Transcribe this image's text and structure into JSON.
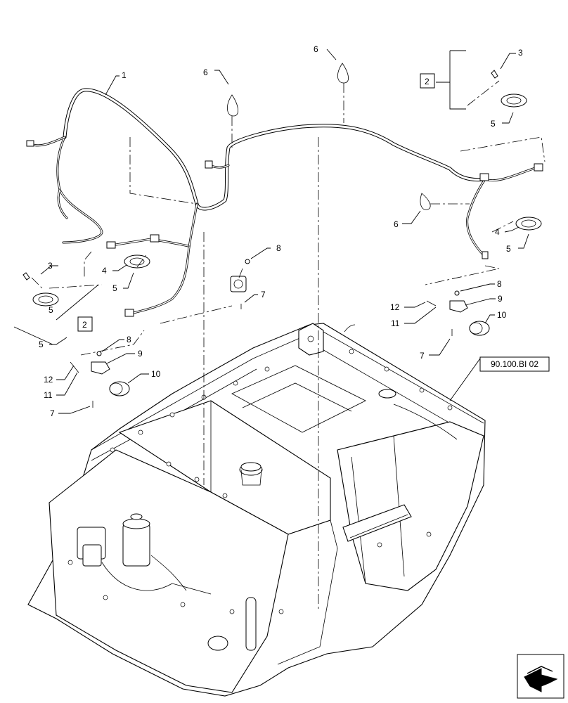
{
  "diagram": {
    "callouts": [
      {
        "id": "c1",
        "label": "1"
      },
      {
        "id": "c6a",
        "label": "6"
      },
      {
        "id": "c6b",
        "label": "6"
      },
      {
        "id": "c6c",
        "label": "6"
      },
      {
        "id": "c3a",
        "label": "3"
      },
      {
        "id": "c5a",
        "label": "5"
      },
      {
        "id": "c4a",
        "label": "4"
      },
      {
        "id": "c5b",
        "label": "5"
      },
      {
        "id": "c3b",
        "label": "3"
      },
      {
        "id": "c4b",
        "label": "4"
      },
      {
        "id": "c5c",
        "label": "5"
      },
      {
        "id": "c5d",
        "label": "5"
      },
      {
        "id": "c5e",
        "label": "5"
      },
      {
        "id": "c8a",
        "label": "8"
      },
      {
        "id": "c7a",
        "label": "7"
      },
      {
        "id": "c8b",
        "label": "8"
      },
      {
        "id": "c9b",
        "label": "9"
      },
      {
        "id": "c10b",
        "label": "10"
      },
      {
        "id": "c12b",
        "label": "12"
      },
      {
        "id": "c11b",
        "label": "11"
      },
      {
        "id": "c7b",
        "label": "7"
      },
      {
        "id": "c8c",
        "label": "8"
      },
      {
        "id": "c9c",
        "label": "9"
      },
      {
        "id": "c10c",
        "label": "10"
      },
      {
        "id": "c12c",
        "label": "12"
      },
      {
        "id": "c11c",
        "label": "11"
      },
      {
        "id": "c7c",
        "label": "7"
      }
    ],
    "boxed_callouts": [
      {
        "id": "b2a",
        "label": "2"
      },
      {
        "id": "b2b",
        "label": "2"
      }
    ],
    "reference": "90.100.BI 02",
    "nav_icon": "next-page-arrow-icon"
  }
}
